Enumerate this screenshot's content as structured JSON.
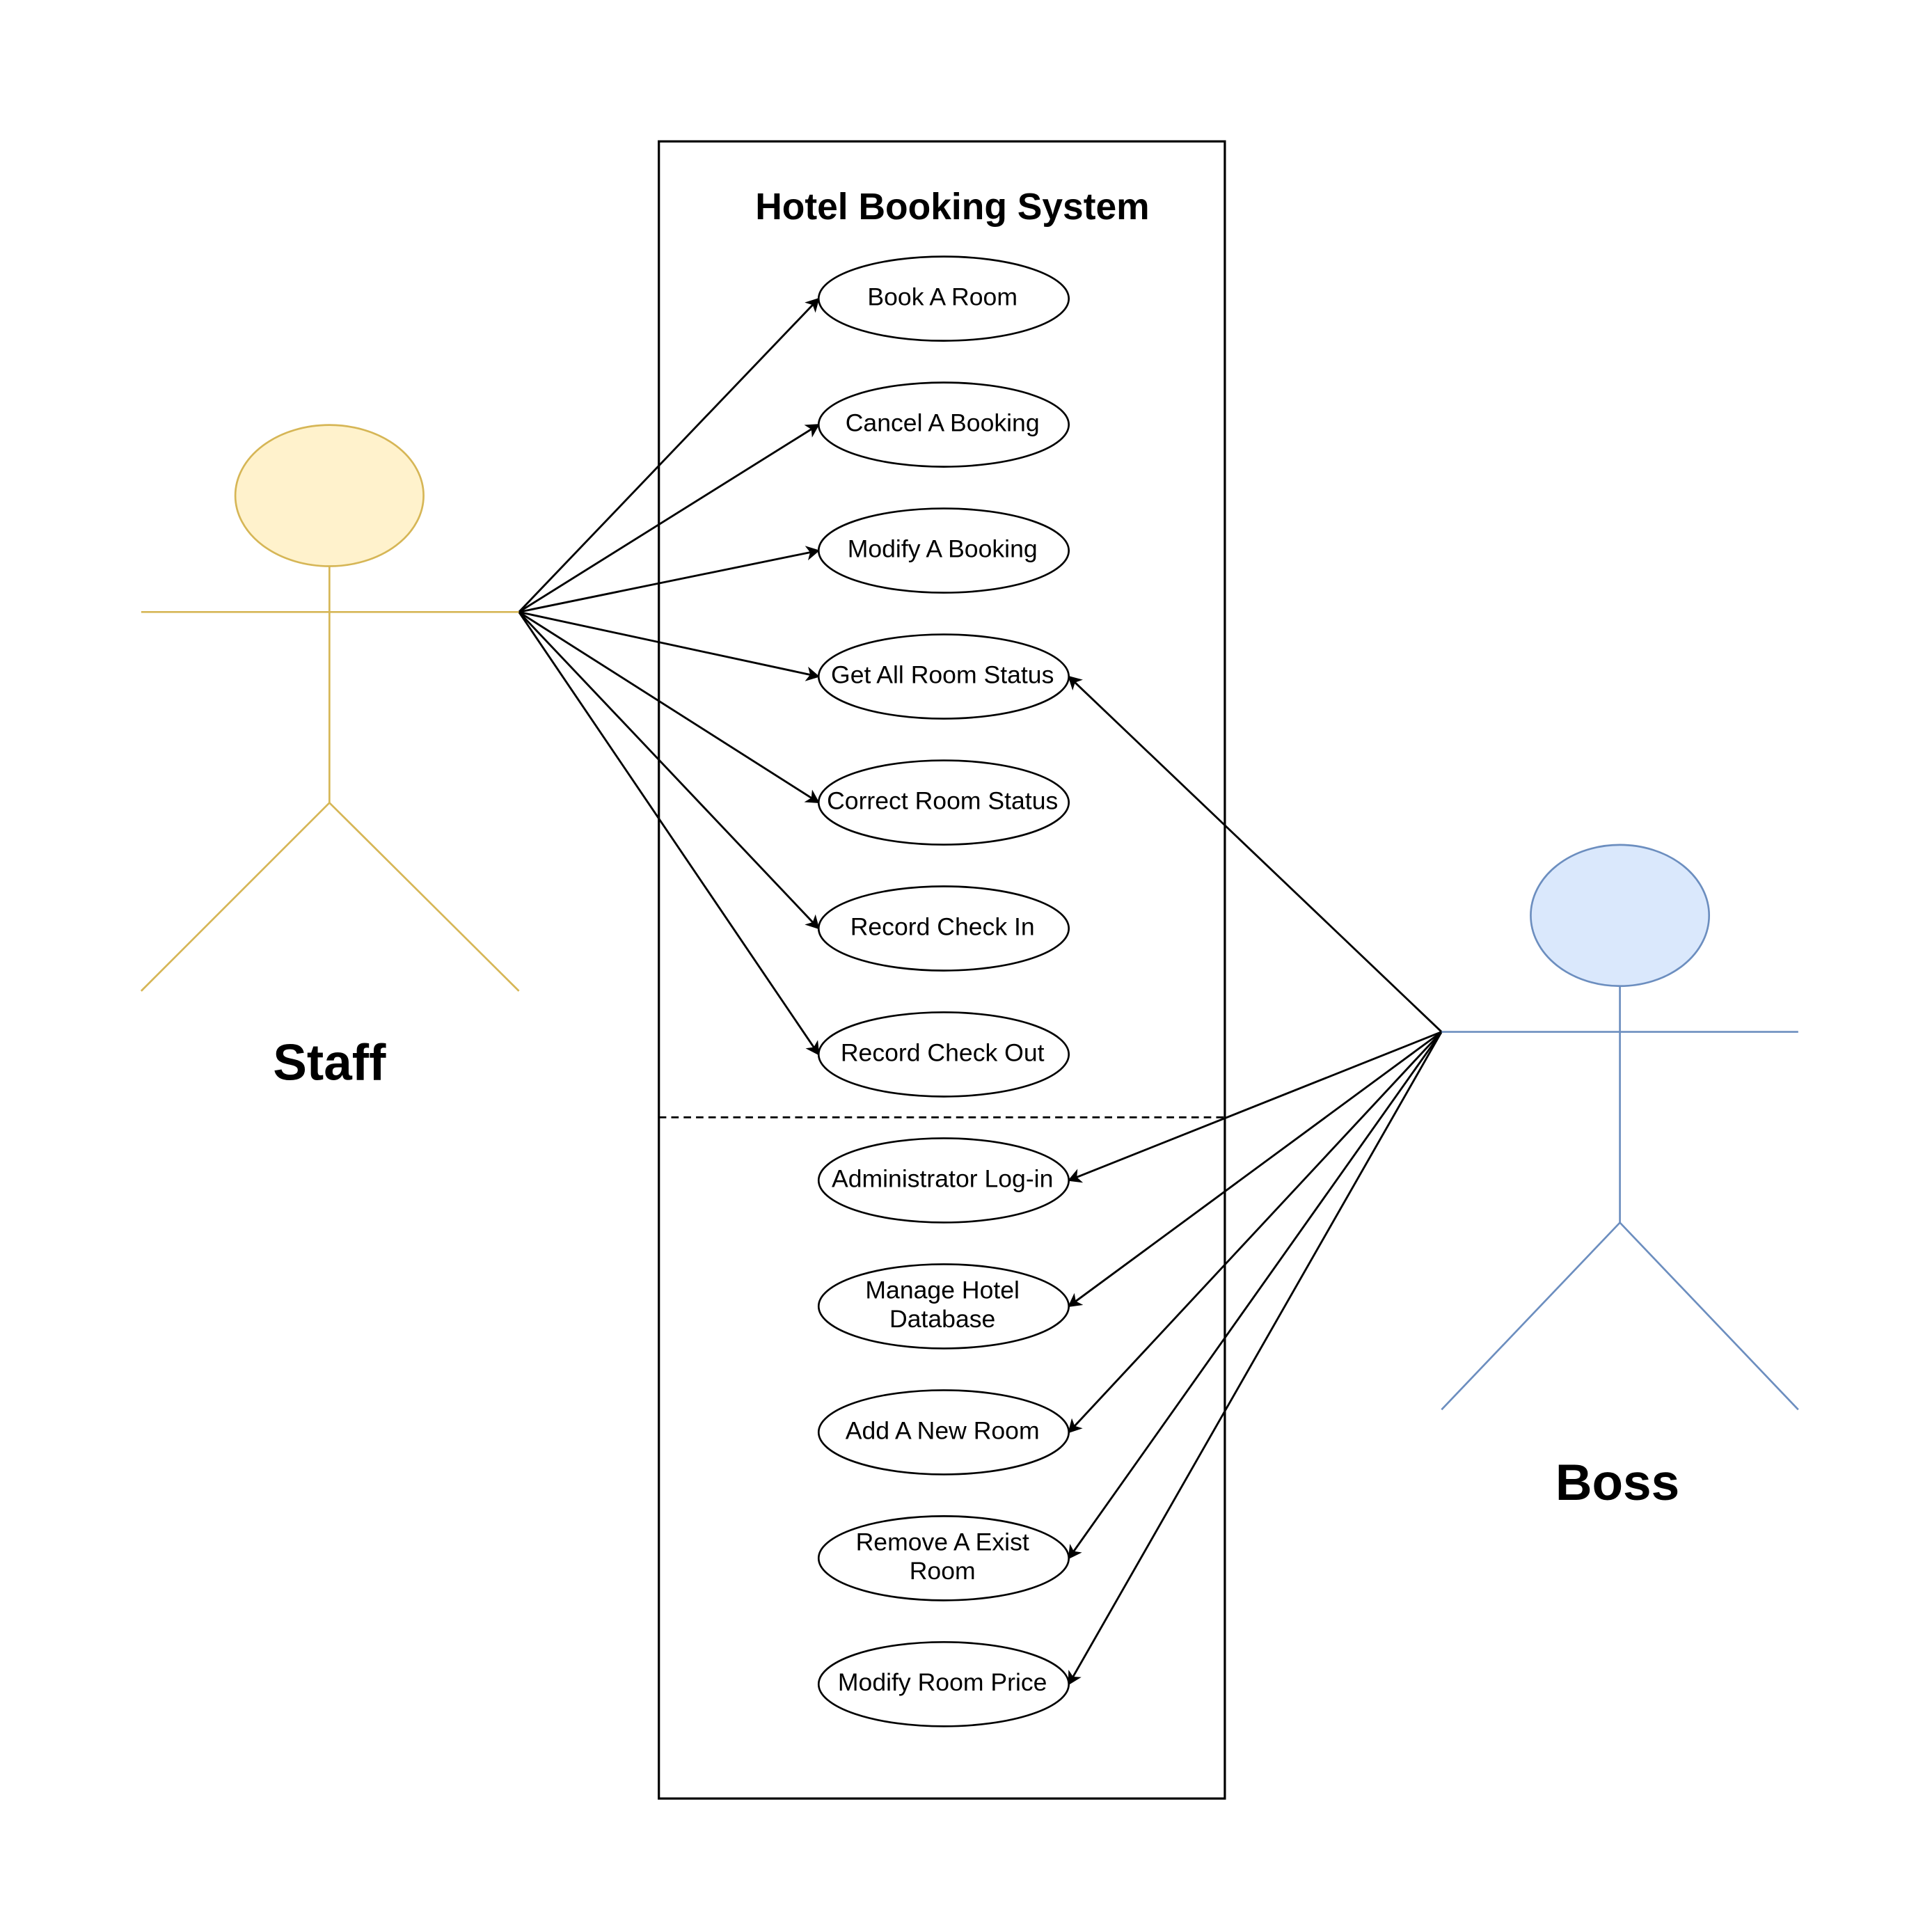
{
  "system": {
    "title": "Hotel Booking System"
  },
  "actors": [
    {
      "id": "staff",
      "label": "Staff",
      "fill": "#fff2cc",
      "stroke": "#d6b656"
    },
    {
      "id": "boss",
      "label": "Boss",
      "fill": "#dae8fc",
      "stroke": "#6c8ebf"
    }
  ],
  "use_cases": [
    {
      "id": "book-a-room",
      "lines": [
        "Book A Room"
      ]
    },
    {
      "id": "cancel-a-booking",
      "lines": [
        "Cancel A Booking"
      ]
    },
    {
      "id": "modify-a-booking",
      "lines": [
        "Modify A Booking"
      ]
    },
    {
      "id": "get-all-room-status",
      "lines": [
        "Get All Room Status"
      ]
    },
    {
      "id": "correct-room-status",
      "lines": [
        "Correct Room Status"
      ]
    },
    {
      "id": "record-check-in",
      "lines": [
        "Record Check In"
      ]
    },
    {
      "id": "record-check-out",
      "lines": [
        "Record Check Out"
      ]
    },
    {
      "id": "administrator-log-in",
      "lines": [
        "Administrator Log-in"
      ]
    },
    {
      "id": "manage-hotel-database",
      "lines": [
        "Manage Hotel",
        "Database"
      ]
    },
    {
      "id": "add-a-new-room",
      "lines": [
        "Add A New Room"
      ]
    },
    {
      "id": "remove-a-exist-room",
      "lines": [
        "Remove A Exist",
        "Room"
      ]
    },
    {
      "id": "modify-room-price",
      "lines": [
        "Modify Room Price"
      ]
    }
  ],
  "associations": [
    {
      "from": "staff",
      "to": "book-a-room"
    },
    {
      "from": "staff",
      "to": "cancel-a-booking"
    },
    {
      "from": "staff",
      "to": "modify-a-booking"
    },
    {
      "from": "staff",
      "to": "get-all-room-status"
    },
    {
      "from": "staff",
      "to": "correct-room-status"
    },
    {
      "from": "staff",
      "to": "record-check-in"
    },
    {
      "from": "staff",
      "to": "record-check-out"
    },
    {
      "from": "boss",
      "to": "get-all-room-status"
    },
    {
      "from": "boss",
      "to": "administrator-log-in"
    },
    {
      "from": "boss",
      "to": "manage-hotel-database"
    },
    {
      "from": "boss",
      "to": "add-a-new-room"
    },
    {
      "from": "boss",
      "to": "remove-a-exist-room"
    },
    {
      "from": "boss",
      "to": "modify-room-price"
    }
  ]
}
